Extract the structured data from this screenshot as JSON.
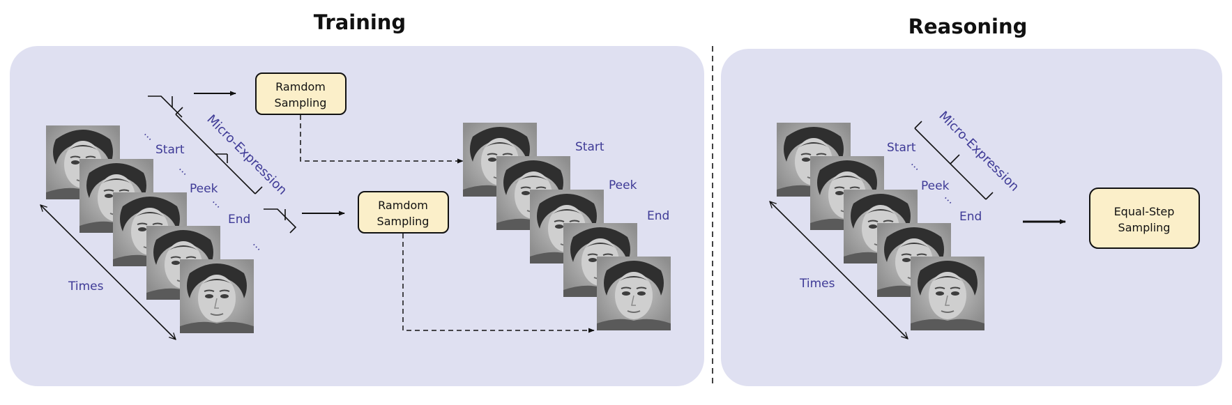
{
  "training": {
    "title": "Training",
    "times_label": "Times",
    "left_labels": {
      "start": "Start",
      "peek": "Peek",
      "end": "End"
    },
    "micro_expression_label": "Micro-Expression",
    "sampler_top": [
      "Ramdom",
      "Sampling"
    ],
    "sampler_bottom": [
      "Ramdom",
      "Sampling"
    ],
    "right_labels": {
      "start": "Start",
      "peek": "Peek",
      "end": "End"
    },
    "ellipsis": "..."
  },
  "reasoning": {
    "title": "Reasoning",
    "times_label": "Times",
    "labels": {
      "start": "Start",
      "peek": "Peek",
      "end": "End"
    },
    "micro_expression_label": "Micro-Expression",
    "sampler": [
      "Equal-Step",
      "Sampling"
    ],
    "ellipsis": "..."
  },
  "colors": {
    "panel_bg": "#dfe0f1",
    "box_fill": "#fbefc9",
    "label_text": "#3e3a96"
  }
}
